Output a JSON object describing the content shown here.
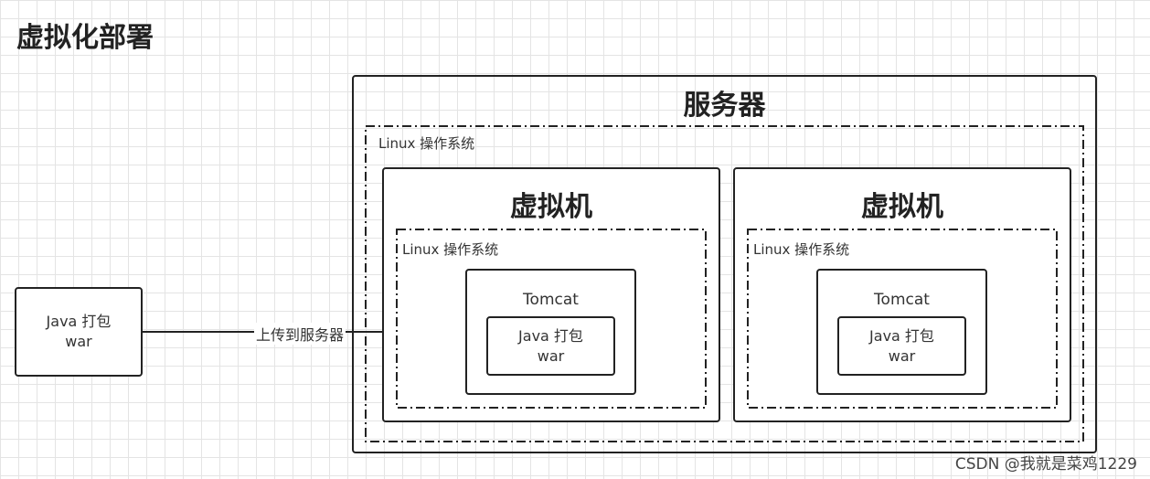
{
  "title": "虚拟化部署",
  "source_box": {
    "line1": "Java 打包",
    "line2": "war"
  },
  "connector_label": "上传到服务器",
  "server": {
    "heading": "服务器",
    "os_label": "Linux 操作系统",
    "vms": [
      {
        "heading": "虚拟机",
        "os_label": "Linux 操作系统",
        "tomcat_label": "Tomcat",
        "package": {
          "line1": "Java 打包",
          "line2": "war"
        }
      },
      {
        "heading": "虚拟机",
        "os_label": "Linux 操作系统",
        "tomcat_label": "Tomcat",
        "package": {
          "line1": "Java 打包",
          "line2": "war"
        }
      }
    ]
  },
  "watermark": "CSDN @我就是菜鸡1229"
}
